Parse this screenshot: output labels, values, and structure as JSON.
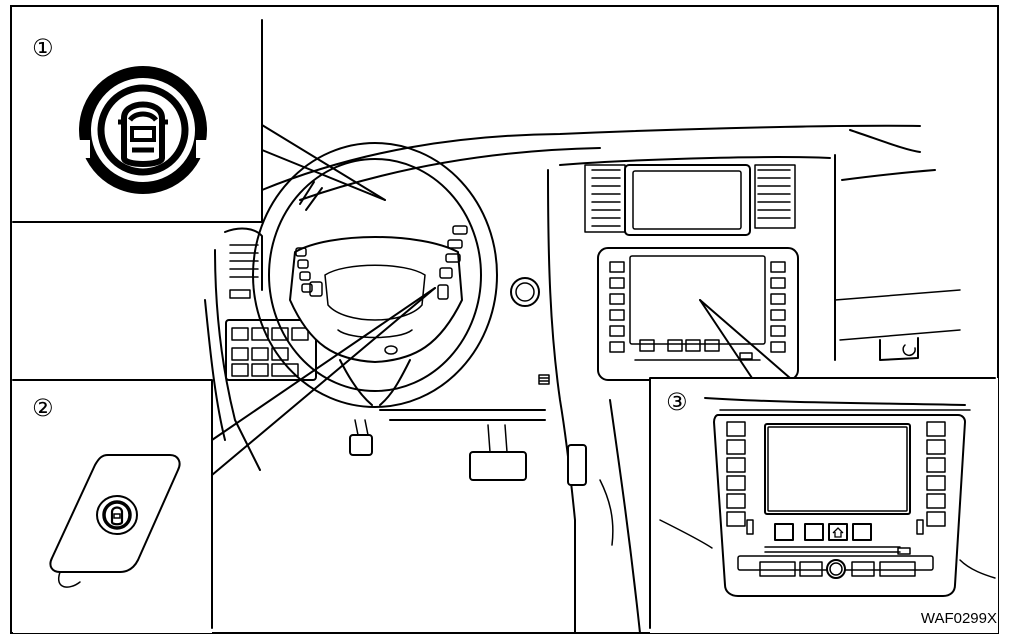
{
  "callouts": [
    {
      "number": "①",
      "target": "steering-wheel-center-pad"
    },
    {
      "number": "②",
      "target": "steering-wheel-left-switch"
    },
    {
      "number": "③",
      "target": "center-display-panel"
    }
  ],
  "figure_code": "WAF0299X",
  "icons": {
    "callout_1": "camera-view-button-large-icon",
    "callout_2": "camera-view-button-small-icon",
    "callout_3": "camera-home-button-icon"
  }
}
